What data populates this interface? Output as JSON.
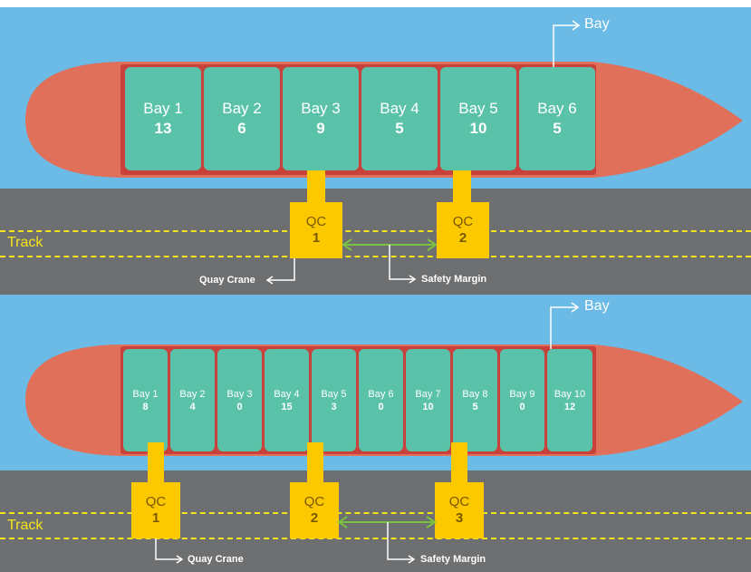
{
  "track_label": "Track",
  "bay_callout": "Bay",
  "quay_crane_note": "Quay Crane",
  "safety_margin_note": "Safety Margin",
  "qc_label": "QC",
  "colors": {
    "sea": "#6cbbe6",
    "hull": "#e0705a",
    "bay": "#59c2a8",
    "crane": "#fcc800",
    "road": "#6d6f70",
    "lane": "#f4e51b",
    "margin_arrow": "#7cc242"
  },
  "scenario_top": {
    "bays": [
      {
        "name": "Bay 1",
        "count": "13"
      },
      {
        "name": "Bay 2",
        "count": "6"
      },
      {
        "name": "Bay 3",
        "count": "9"
      },
      {
        "name": "Bay 4",
        "count": "5"
      },
      {
        "name": "Bay 5",
        "count": "10"
      },
      {
        "name": "Bay 6",
        "count": "5"
      }
    ],
    "cranes": [
      {
        "number": "1"
      },
      {
        "number": "2"
      }
    ]
  },
  "scenario_bottom": {
    "bays": [
      {
        "name": "Bay 1",
        "count": "8"
      },
      {
        "name": "Bay 2",
        "count": "4"
      },
      {
        "name": "Bay 3",
        "count": "0"
      },
      {
        "name": "Bay 4",
        "count": "15"
      },
      {
        "name": "Bay 5",
        "count": "3"
      },
      {
        "name": "Bay 6",
        "count": "0"
      },
      {
        "name": "Bay 7",
        "count": "10"
      },
      {
        "name": "Bay 8",
        "count": "5"
      },
      {
        "name": "Bay 9",
        "count": "0"
      },
      {
        "name": "Bay 10",
        "count": "12"
      }
    ],
    "cranes": [
      {
        "number": "1"
      },
      {
        "number": "2"
      },
      {
        "number": "3"
      }
    ]
  }
}
